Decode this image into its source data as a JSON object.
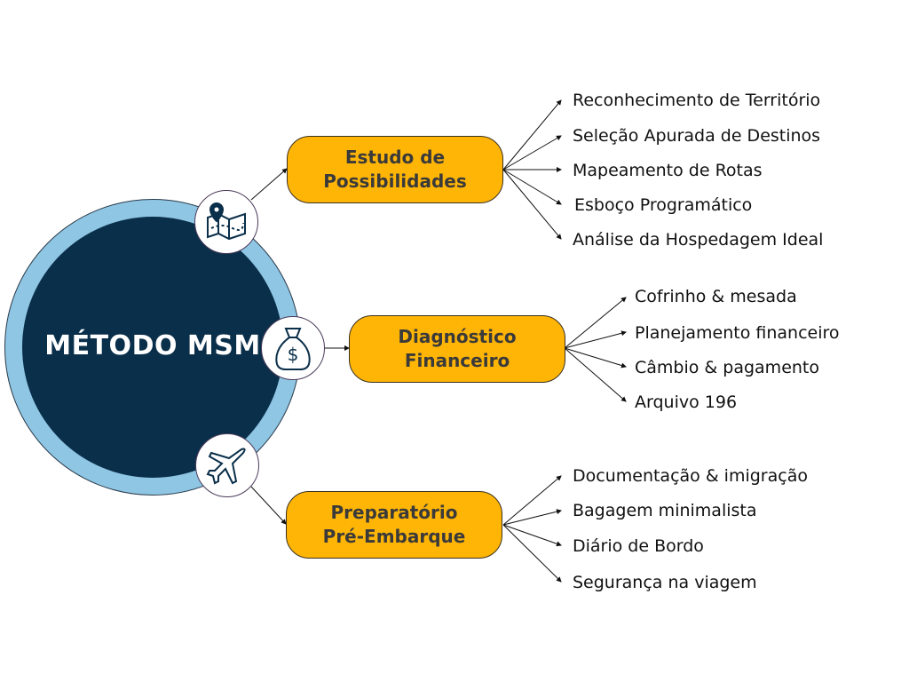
{
  "center": {
    "title": "MÉTODO MSM"
  },
  "colors": {
    "ring": "#8fc6e4",
    "core": "#0a2f4a",
    "box": "#ffb506"
  },
  "branches": [
    {
      "label_line1": "Estudo de",
      "label_line2": "Possibilidades",
      "icon": "map-pin-icon",
      "items": [
        "Reconhecimento de Território",
        "Seleção Apurada de Destinos",
        "Mapeamento de Rotas",
        "Esboço Programático",
        "Análise da Hospedagem Ideal"
      ]
    },
    {
      "label_line1": "Diagnóstico",
      "label_line2": "Financeiro",
      "icon": "money-bag-icon",
      "items": [
        "Cofrinho & mesada",
        "Planejamento financeiro",
        "Câmbio & pagamento",
        "Arquivo 196"
      ]
    },
    {
      "label_line1": "Preparatório",
      "label_line2": "Pré-Embarque",
      "icon": "airplane-icon",
      "items": [
        "Documentação & imigração",
        "Bagagem minimalista",
        "Diário de Bordo",
        "Segurança na viagem"
      ]
    }
  ]
}
